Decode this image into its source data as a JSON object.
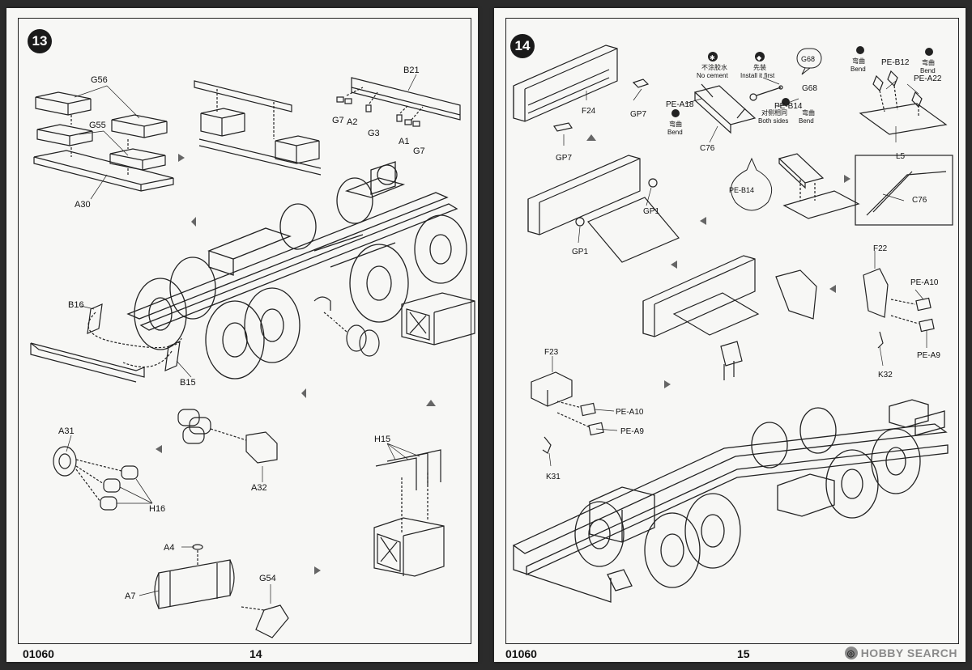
{
  "left_page": {
    "step": "13",
    "code": "01060",
    "page_number": "14",
    "parts": {
      "b21": "B21",
      "g7a": "G7",
      "a2": "A2",
      "g3": "G3",
      "a1": "A1",
      "g7b": "G7",
      "g56": "G56",
      "g55": "G55",
      "a30": "A30",
      "b16": "B16",
      "b15": "B15",
      "a31": "A31",
      "h16": "H16",
      "a32": "A32",
      "h15": "H15",
      "a4": "A4",
      "a7": "A7",
      "g54": "G54"
    }
  },
  "right_page": {
    "step": "14",
    "code": "01060",
    "page_number": "15",
    "legend": {
      "no_cement_cn": "不涂胶水",
      "no_cement_en": "No cement",
      "install_first_cn": "先装",
      "install_first_en": "Install it first",
      "bend_cn": "弯曲",
      "bend_en": "Bend",
      "both_sides_cn": "对侧相同",
      "both_sides_en": "Both sides"
    },
    "parts": {
      "f24": "F24",
      "gp7a": "GP7",
      "gp7b": "GP7",
      "gp1a": "GP1",
      "gp1b": "GP1",
      "pe_a18": "PE-A18",
      "pe_b14": "PE-B14",
      "pe_b14_callout": "PE-B14",
      "g68": "G68",
      "g68_callout": "G68",
      "c76a": "C76",
      "c76b": "C76",
      "pe_b12": "PE-B12",
      "pe_a22": "PE-A22",
      "l5": "L5",
      "f22": "F22",
      "pe_a10a": "PE-A10",
      "pe_a9a": "PE-A9",
      "k32": "K32",
      "f23": "F23",
      "pe_a10b": "PE-A10",
      "pe_a9b": "PE-A9",
      "k31": "K31"
    }
  },
  "watermark": {
    "text": "HOBBY SEARCH",
    "logo_icon": "hobby-search-logo-icon"
  }
}
